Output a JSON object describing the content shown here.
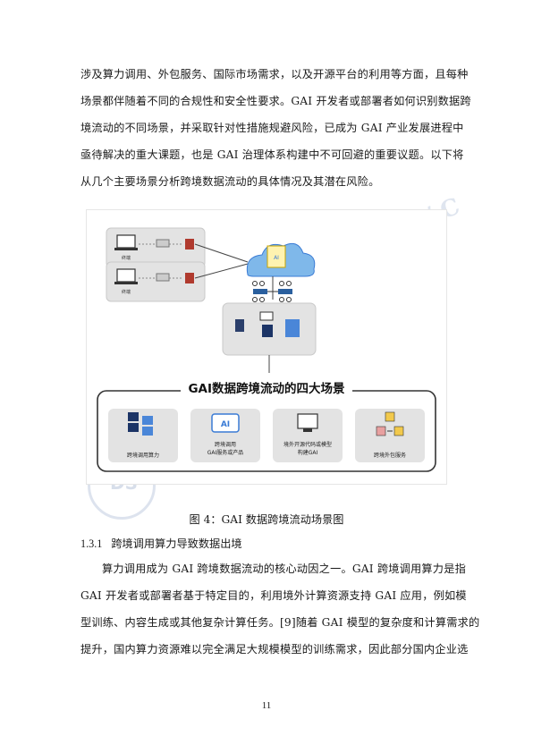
{
  "intro": {
    "lines": [
      "涉及算力调用、外包服务、国际市场需求，以及开源平台的利用等方面，且每种",
      "场景都伴随着不同的合规性和安全性要求。GAI 开发者或部署者如何识别数据跨",
      "境流动的不同场景，并采取针对性措施规避风险，已成为 GAI 产业发展进程中",
      "亟待解决的重大课题，也是 GAI 治理体系构建中不可回避的重要议题。以下将",
      "从几个主要场景分析跨境数据流动的具体情况及其潜在风险。"
    ]
  },
  "figure": {
    "terminal_label": "终端",
    "cloud_label": "AI",
    "panel_title": "GAI数据跨境流动的四大场景",
    "scenarios": [
      {
        "label": "跨境调用算力",
        "icon": "server-stack-icon"
      },
      {
        "label": "跨境调用\nGAI服务或产品",
        "icon": "ai-chip-icon"
      },
      {
        "label": "境外开源代码或模型\n构建GAI",
        "icon": "computer-icon"
      },
      {
        "label": "跨境外包服务",
        "icon": "people-exchange-icon"
      }
    ]
  },
  "caption": "图 4：GAI 数据跨境流动场景图",
  "section": {
    "number": "1.3.1",
    "title": "跨境调用算力导致数据出境"
  },
  "body": {
    "lines": [
      "算力调用成为 GAI 跨境数据流动的核心动因之一。GAI 跨境调用算力是指",
      "GAI 开发者或部署者基于特定目的，利用境外计算资源支持 GAI 应用，例如模",
      "型训练、内容生成或其他复杂计算任务。[9]随着 GAI 模型的复杂度和计算需求的",
      "提升，国内算力资源难以完全满足大规模模型的训练需求，因此部分国内企业选"
    ]
  },
  "page_number": "11",
  "colors": {
    "accent_blue": "#3a7bd5",
    "panel_grey": "#e3e3e3",
    "box_red": "#b03a2e"
  }
}
